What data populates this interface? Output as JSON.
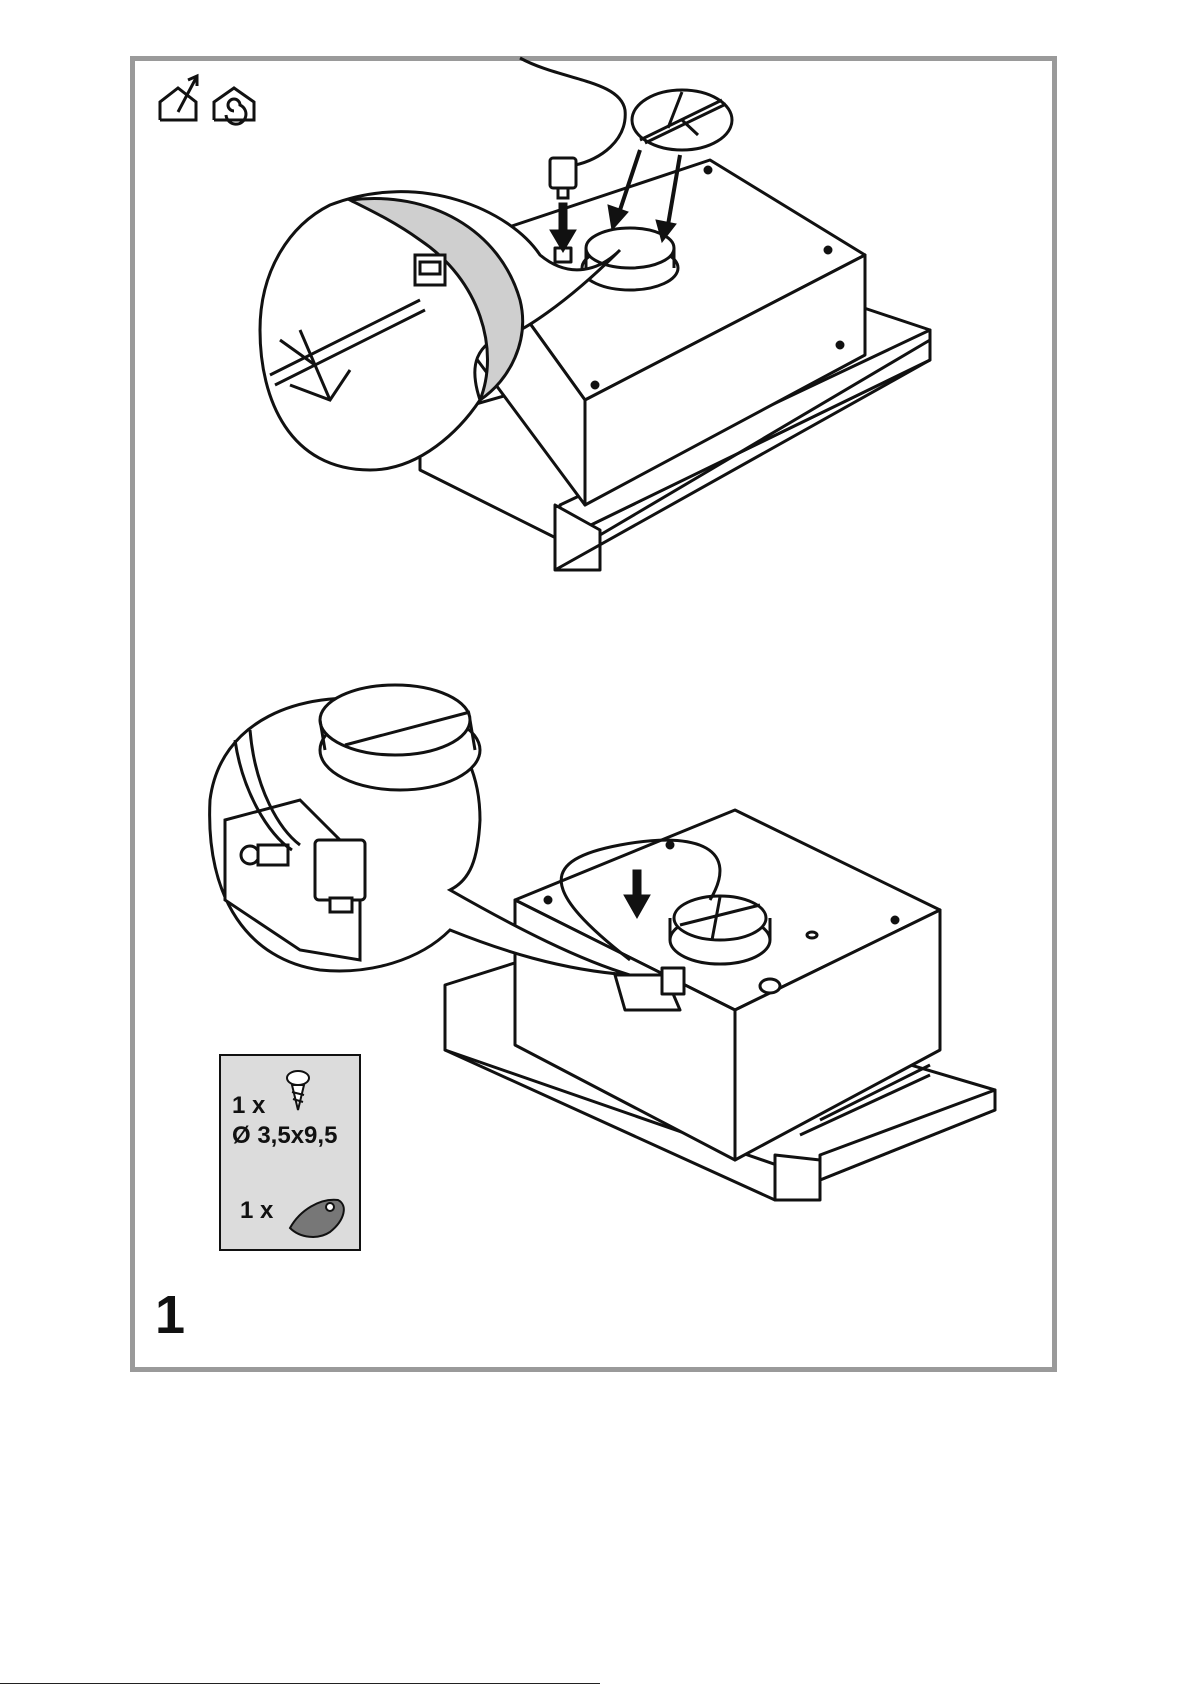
{
  "step": {
    "number": "1"
  },
  "hardware_kit": {
    "screw_quantity": "1 x",
    "screw_size": "Ø 3,5x9,5",
    "clip_quantity": "1 x"
  },
  "mode_icons": [
    "ducted-extraction-icon",
    "recirculation-icon"
  ],
  "colors": {
    "frame_border": "#9a9a9a",
    "line": "#111111",
    "callout_fill": "#cfcfcf",
    "kit_panel_fill": "#dcdcdc"
  }
}
